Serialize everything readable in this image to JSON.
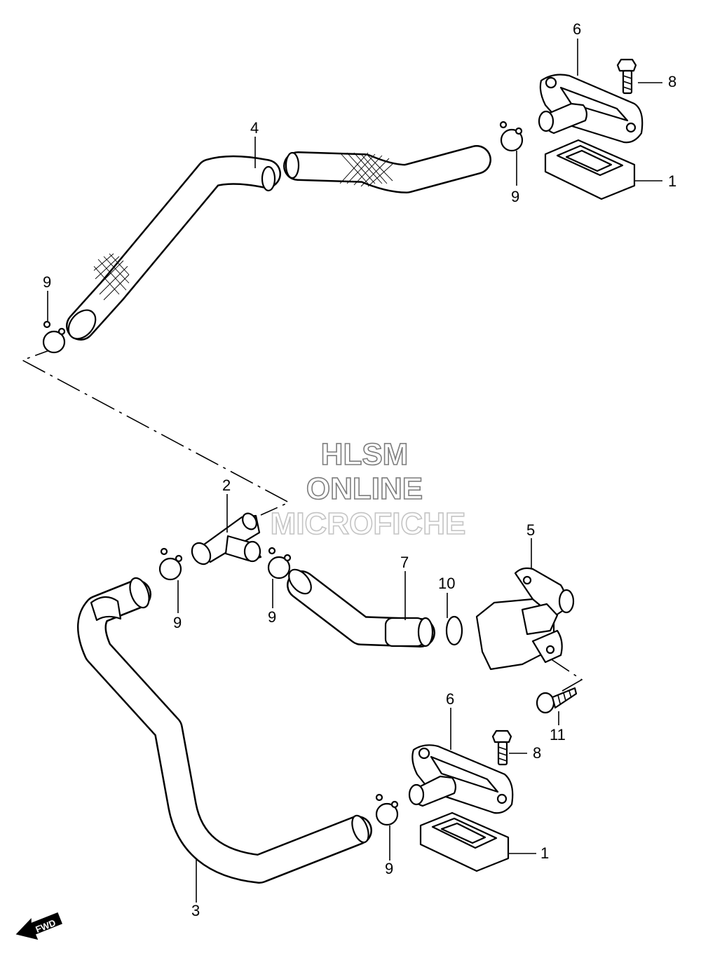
{
  "watermark": {
    "line1": "HLSM",
    "line2": "ONLINE",
    "line3": "MICROFICHE"
  },
  "direction": {
    "label": "FWD"
  },
  "callouts": {
    "c1_top": "1",
    "c1_bottom": "1",
    "c2": "2",
    "c3": "3",
    "c4": "4",
    "c5": "5",
    "c6_top": "6",
    "c6_bottom": "6",
    "c7": "7",
    "c8_top": "8",
    "c8_bottom": "8",
    "c9_top_right": "9",
    "c9_left": "9",
    "c9_mid_left": "9",
    "c9_mid_right": "9",
    "c9_bottom": "9",
    "c10": "10",
    "c11": "11"
  }
}
